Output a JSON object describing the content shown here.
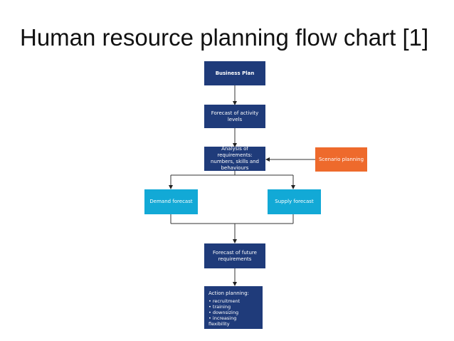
{
  "title": "Human resource planning flow chart [1]",
  "colors": {
    "navy": "#1f3b7a",
    "cyan": "#12a9d6",
    "orange": "#ee6a2c",
    "line": "#333333"
  },
  "nodes": {
    "business_plan": "Business Plan",
    "forecast_activity": "Forecast of activity levels",
    "analysis": "Analysis of requirements: numbers, skills and behaviours",
    "scenario": "Scenario planning",
    "demand": "Demand forecast",
    "supply": "Supply forecast",
    "future": "Forecast of future requirements",
    "action": {
      "title": "Action planning:",
      "items": [
        "recruitment",
        "training",
        "downsizing",
        "increasing flexibility"
      ]
    }
  }
}
